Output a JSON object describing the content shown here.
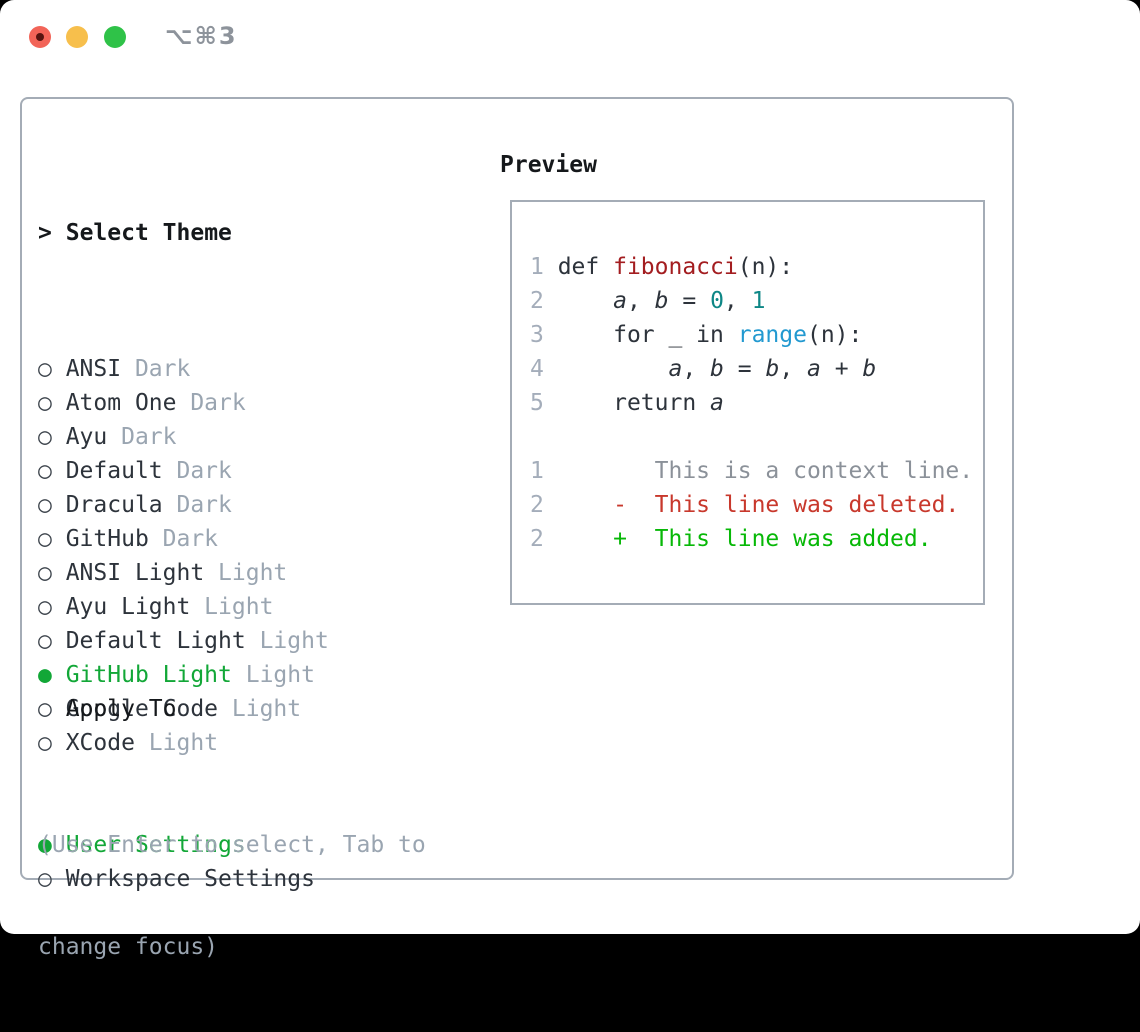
{
  "window": {
    "title": "⌥⌘3",
    "traffic_lights": {
      "close": "close-button",
      "minimize": "minimize-button",
      "zoom": "zoom-button"
    }
  },
  "markers": {
    "selected": "●",
    "unselected": "○",
    "focus": ">"
  },
  "theme_panel": {
    "header": "Select Theme",
    "themes": [
      {
        "name": "ANSI",
        "badge": "Dark",
        "selected": false
      },
      {
        "name": "Atom One",
        "badge": "Dark",
        "selected": false
      },
      {
        "name": "Ayu",
        "badge": "Dark",
        "selected": false
      },
      {
        "name": "Default",
        "badge": "Dark",
        "selected": false
      },
      {
        "name": "Dracula",
        "badge": "Dark",
        "selected": false
      },
      {
        "name": "GitHub",
        "badge": "Dark",
        "selected": false
      },
      {
        "name": "ANSI Light",
        "badge": "Light",
        "selected": false
      },
      {
        "name": "Ayu Light",
        "badge": "Light",
        "selected": false
      },
      {
        "name": "Default Light",
        "badge": "Light",
        "selected": false
      },
      {
        "name": "GitHub Light",
        "badge": "Light",
        "selected": true
      },
      {
        "name": "Google Code",
        "badge": "Light",
        "selected": false
      },
      {
        "name": "XCode",
        "badge": "Light",
        "selected": false
      }
    ],
    "apply_to": {
      "label": "Apply To",
      "options": [
        {
          "name": "User Settings",
          "selected": true
        },
        {
          "name": "Workspace Settings",
          "selected": false
        }
      ]
    },
    "help": [
      "(Use Enter to select, Tab to",
      "change focus)"
    ]
  },
  "preview_panel": {
    "label": "Preview",
    "code_lines": [
      {
        "num": "1",
        "tokens": [
          {
            "t": "def ",
            "s": "kw"
          },
          {
            "t": "fibonacci",
            "s": "fn"
          },
          {
            "t": "(n):",
            "s": "pl"
          }
        ]
      },
      {
        "num": "2",
        "tokens": [
          {
            "t": "    ",
            "s": "pl"
          },
          {
            "t": "a",
            "s": "var"
          },
          {
            "t": ", ",
            "s": "pl"
          },
          {
            "t": "b",
            "s": "var"
          },
          {
            "t": " = ",
            "s": "pl"
          },
          {
            "t": "0",
            "s": "num"
          },
          {
            "t": ", ",
            "s": "pl"
          },
          {
            "t": "1",
            "s": "num"
          }
        ]
      },
      {
        "num": "3",
        "tokens": [
          {
            "t": "    for _ in ",
            "s": "pl"
          },
          {
            "t": "range",
            "s": "bi"
          },
          {
            "t": "(n):",
            "s": "pl"
          }
        ]
      },
      {
        "num": "4",
        "tokens": [
          {
            "t": "        ",
            "s": "pl"
          },
          {
            "t": "a",
            "s": "var"
          },
          {
            "t": ", ",
            "s": "pl"
          },
          {
            "t": "b",
            "s": "var"
          },
          {
            "t": " = ",
            "s": "pl"
          },
          {
            "t": "b",
            "s": "var"
          },
          {
            "t": ", ",
            "s": "pl"
          },
          {
            "t": "a",
            "s": "var"
          },
          {
            "t": " + ",
            "s": "pl"
          },
          {
            "t": "b",
            "s": "var"
          }
        ]
      },
      {
        "num": "5",
        "tokens": [
          {
            "t": "    return ",
            "s": "pl"
          },
          {
            "t": "a",
            "s": "var"
          }
        ]
      }
    ],
    "diff_lines": [
      {
        "num": "1",
        "marker": " ",
        "text": "This is a context line.",
        "kind": "context"
      },
      {
        "num": "2",
        "marker": "-",
        "text": "This line was deleted.",
        "kind": "deleted"
      },
      {
        "num": "2",
        "marker": "+",
        "text": "This line was added.",
        "kind": "added"
      }
    ]
  },
  "colors": {
    "selection_green": "#12a737",
    "diff_added_green": "#07b807",
    "diff_deleted_red": "#c8382c",
    "function_red": "#a31d20",
    "number_teal": "#0e8786",
    "builtin_blue": "#2299d0",
    "muted_gray": "#9aa5b1",
    "border_gray": "#a4acb6",
    "text_dark": "#2d333b",
    "traffic_red": "#f26458",
    "traffic_yellow": "#f7bf4c",
    "traffic_green": "#2fc248"
  }
}
